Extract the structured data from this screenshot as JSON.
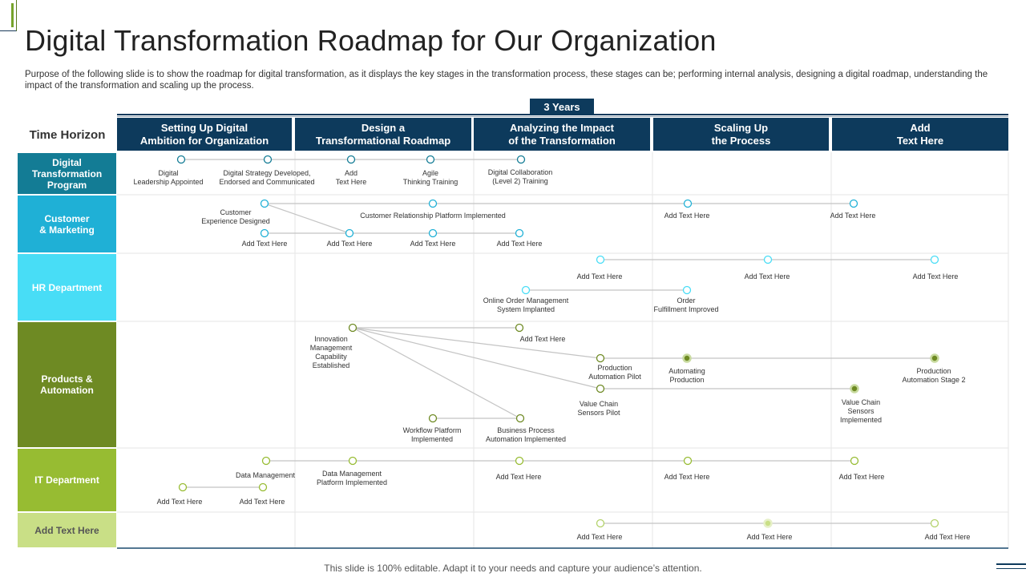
{
  "title": "Digital Transformation Roadmap for Our Organization",
  "description": "Purpose of the following slide is to show the roadmap for digital transformation, as it displays the key stages in the transformation process, these stages can be; performing internal analysis, designing a digital roadmap, understanding the impact of the transformation and scaling up the process.",
  "years_badge": "3 Years",
  "time_horizon_label": "Time Horizon",
  "stages": [
    {
      "label": "Setting Up Digital\nAmbition for Organization"
    },
    {
      "label": "Design a\nTransformational Roadmap"
    },
    {
      "label": "Analyzing the Impact\nof the Transformation"
    },
    {
      "label": "Scaling Up\nthe Process"
    },
    {
      "label": "Add\nText Here"
    }
  ],
  "rows": [
    {
      "label": "Digital\nTransformation\nProgram",
      "color": "#137c95"
    },
    {
      "label": "Customer\n& Marketing",
      "color": "#1fb0d6"
    },
    {
      "label": "HR Department",
      "color": "#48ddf6"
    },
    {
      "label": "Products &\nAutomation",
      "color": "#6e8a23"
    },
    {
      "label": "IT Department",
      "color": "#97bc32"
    },
    {
      "label": "Add Text Here",
      "color": "#c9df86"
    }
  ],
  "node_labels": [
    "Digital\nLeadership Appointed",
    "Digital Strategy Developed,\nEndorsed and Communicated",
    "Add\nText Here",
    "Agile\nThinking Training",
    "Digital Collaboration\n(Level 2) Training",
    "Customer\nExperience Designed",
    "Customer Relationship Platform Implemented",
    "Add Text Here",
    "Add Text Here",
    "Add Text Here",
    "Add Text Here",
    "Add Text Here",
    "Add Text Here",
    "Add Text Here",
    "Add Text Here",
    "Add Text Here",
    "Online Order Management\nSystem Implanted",
    "Order\nFulfillment Improved",
    "Innovation\nManagement\nCapability\nEstablished",
    "Add Text Here",
    "Production\nAutomation Pilot",
    "Automating\nProduction",
    "Production\nAutomation Stage 2",
    "Value Chain\nSensors Pilot",
    "Value Chain\nSensors\nImplemented",
    "Workflow Platform\nImplemented",
    "Business Process\nAutomation Implemented",
    "Data Management",
    "Data Management\nPlatform Implemented",
    "Add Text Here",
    "Add Text Here",
    "Add Text Here",
    "Add Text Here",
    "Add Text Here",
    "Add Text Here",
    "Add Text Here",
    "Add Text Here"
  ],
  "footer": "This slide is 100% editable. Adapt it to your needs and capture your audience’s attention."
}
